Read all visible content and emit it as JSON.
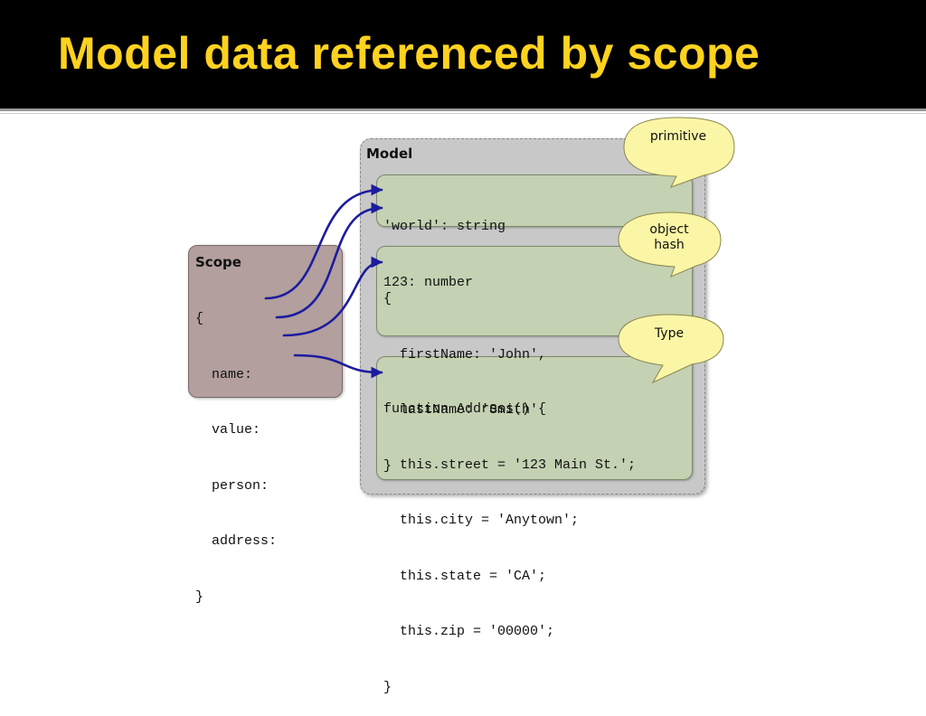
{
  "slide": {
    "title": "Model data referenced by scope"
  },
  "model": {
    "title": "Model",
    "primitive_lines": [
      "'world': string",
      "123: number"
    ],
    "object_lines": [
      "{",
      "  firstName: 'John',",
      "  lastName: 'Smith'",
      "}"
    ],
    "type_lines": [
      "function Address() {",
      "  this.street = '123 Main St.';",
      "  this.city = 'Anytown';",
      "  this.state = 'CA';",
      "  this.zip = '00000';",
      "}"
    ]
  },
  "scope": {
    "title": "Scope",
    "lines": [
      "{",
      "  name:",
      "  value:",
      "  person:",
      "  address:",
      "}"
    ]
  },
  "callouts": {
    "primitive": "primitive",
    "object_hash_line1": "object",
    "object_hash_line2": "hash",
    "type": "Type"
  },
  "colors": {
    "title": "#FFD21F",
    "header_bg": "#000000",
    "arrow": "#1c1c9e",
    "model_bg": "#c8c8c8",
    "green_box": "#c4d1b2",
    "scope_box": "#b29f9e",
    "callout": "#fbf6a6"
  }
}
